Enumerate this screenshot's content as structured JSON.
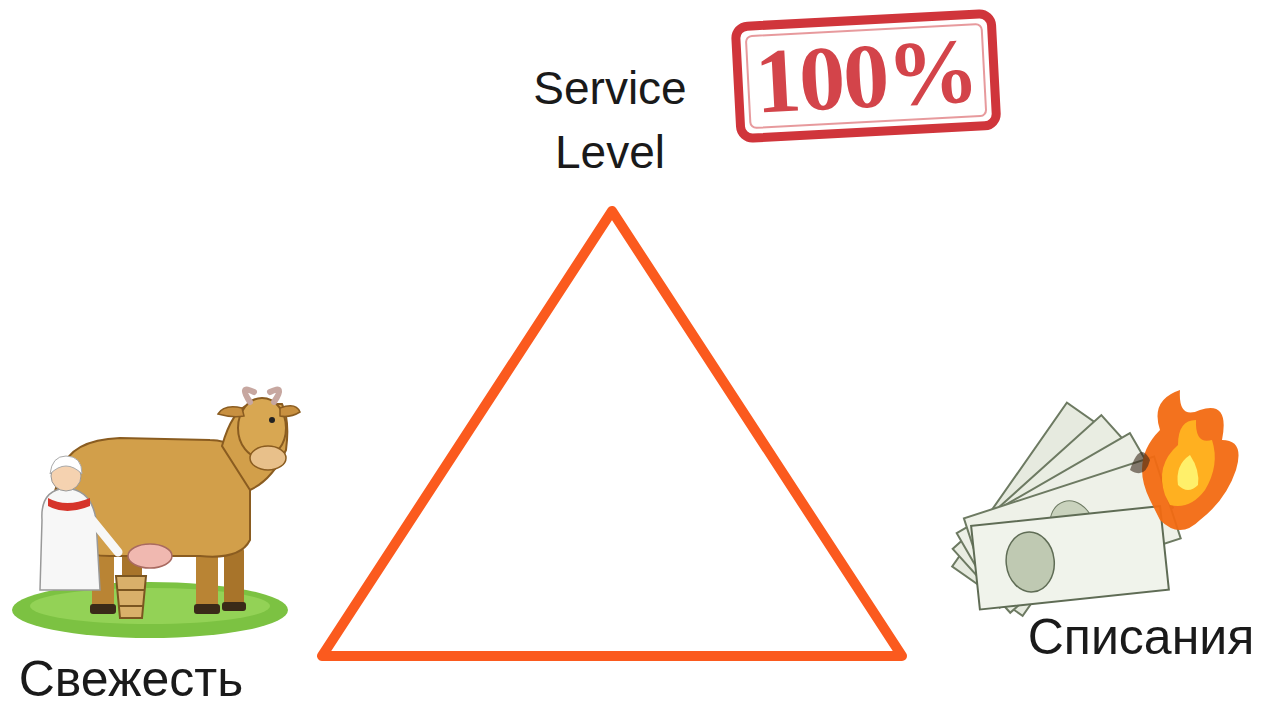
{
  "diagram": {
    "labels": [
      "Service Level",
      "100%",
      "Свежесть",
      "Списания"
    ]
  }
}
